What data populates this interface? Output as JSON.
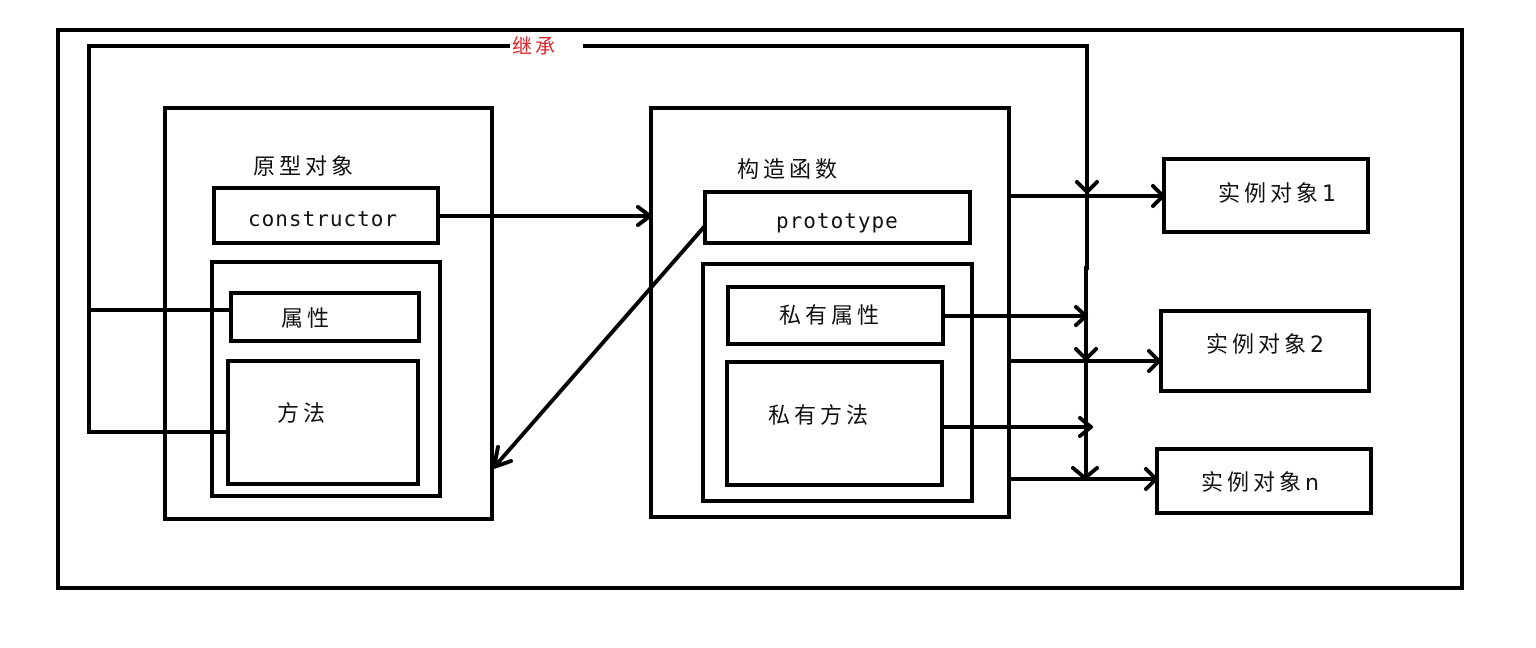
{
  "diagram": {
    "inherit_label": "继承",
    "prototype_object": {
      "title": "原型对象",
      "constructor_label": "constructor",
      "property_label": "属性",
      "method_label": "方法"
    },
    "constructor_function": {
      "title": "构造函数",
      "prototype_label": "prototype",
      "private_property_label": "私有属性",
      "private_method_label": "私有方法"
    },
    "instances": [
      {
        "label": "实例对象1"
      },
      {
        "label": "实例对象2"
      },
      {
        "label": "实例对象n"
      }
    ],
    "colors": {
      "stroke": "#000000",
      "inherit_label": "#e0242c",
      "background": "#ffffff"
    }
  }
}
